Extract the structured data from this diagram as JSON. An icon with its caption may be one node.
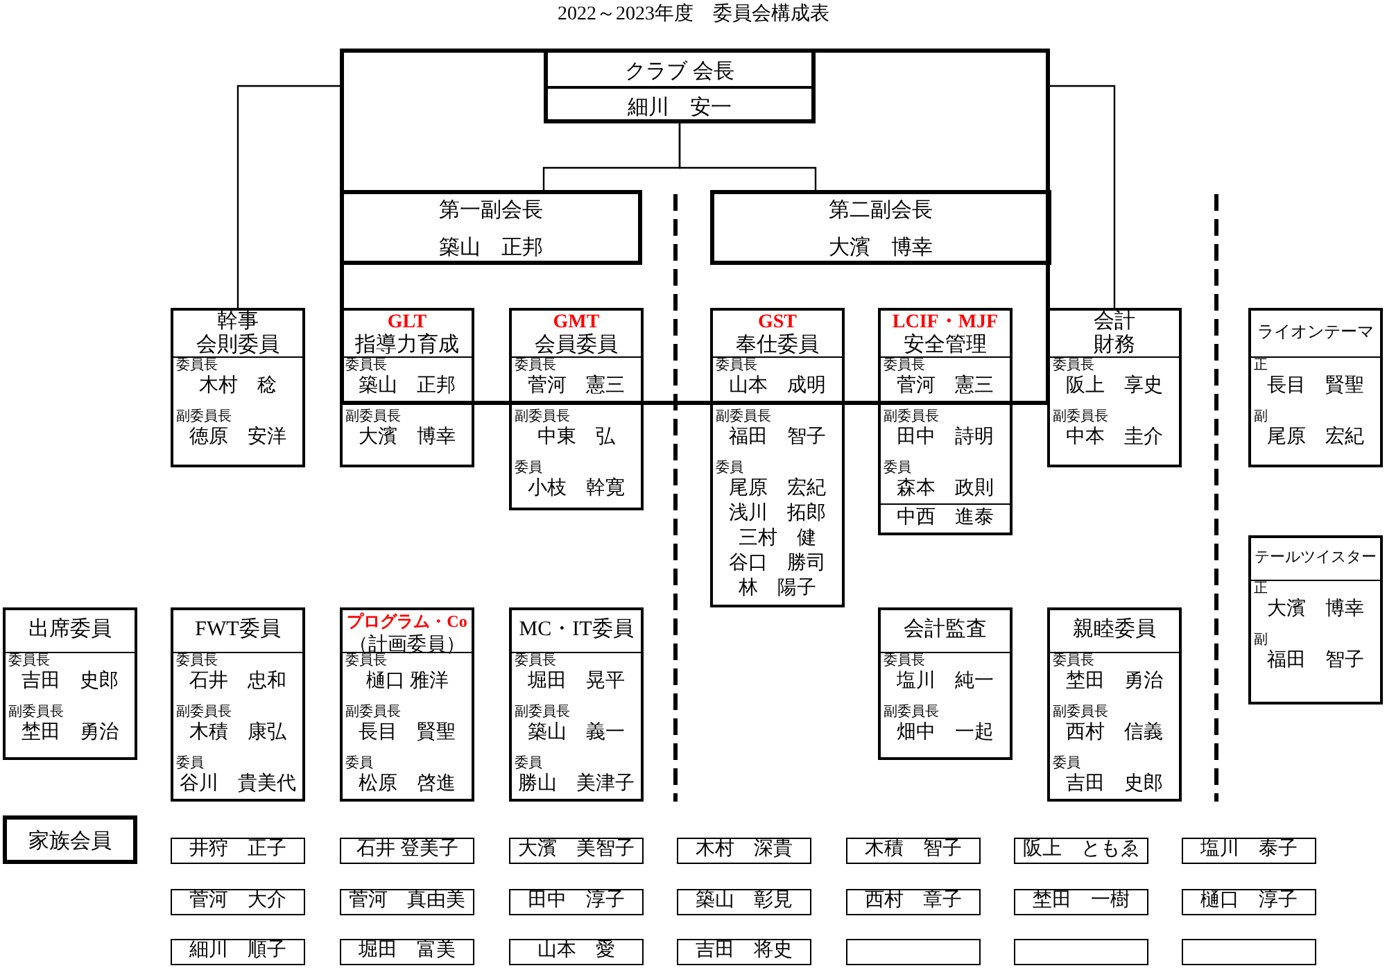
{
  "diagram": {
    "title": "2022～2023年度　委員会構成表",
    "nodes": [
      {
        "text": [],
        "shape": "box"
      },
      {
        "text": [
          "クラブ 会長",
          "細川　安一"
        ],
        "in": 0
      },
      {
        "text": [
          "第一副会長",
          "築山　正邦"
        ],
        "in": 0
      },
      {
        "text": [
          "第二副会長",
          "大濱　博幸"
        ],
        "in": 0
      },
      {
        "text": [
          "幹事",
          "会則委員",
          "委員長",
          "木村　稔",
          "副委員長",
          "徳原　安洋"
        ]
      },
      {
        "text": [
          "GLT",
          "指導力育成",
          "委員長",
          "築山　正邦",
          "副委員長",
          "大濱　博幸"
        ]
      },
      {
        "text": [
          "GMT",
          "会員委員",
          "委員長",
          "菅河　憲三",
          "副委員長",
          "中東　弘",
          "委員",
          "小枝　幹寛"
        ]
      },
      {
        "text": [
          "GST",
          "奉仕委員",
          "委員長",
          "山本　成明",
          "副委員長",
          "福田　智子",
          "委員",
          "尾原　宏紀",
          "浅川　拓郎",
          "三村　健",
          "谷口　勝司",
          "林　陽子"
        ]
      },
      {
        "text": [
          "LCIF・MJF",
          "安全管理",
          "委員長",
          "菅河　憲三",
          "副委員長",
          "田中　詩明",
          "委員",
          "森本　政則",
          "中西　進泰"
        ]
      },
      {
        "text": [
          "会計",
          "財務",
          "委員長",
          "阪上　享史",
          "副委員長",
          "中本　圭介"
        ]
      },
      {
        "text": [
          "ライオンテーマ",
          "正",
          "長目　賢聖",
          "副",
          "尾原　宏紀"
        ]
      },
      {
        "text": [
          "テールツイスター",
          "正",
          "大濱　博幸",
          "副",
          "福田　智子"
        ]
      },
      {
        "text": [
          "出席委員",
          "委員長",
          "吉田　史郎",
          "副委員長",
          "埜田　勇治"
        ]
      },
      {
        "text": [
          "FWT委員",
          "委員長",
          "石井　忠和",
          "副委員長",
          "木積　康弘",
          "委員",
          "谷川　貴美代"
        ]
      },
      {
        "text": [
          "プログラム・Co",
          "（計画委員）",
          "委員長",
          "樋口 雅洋",
          "副委員長",
          "長目　賢聖",
          "委員",
          "松原　啓進"
        ]
      },
      {
        "text": [
          "MC・IT委員",
          "委員長",
          "堀田　晃平",
          "副委員長",
          "築山　義一",
          "委員",
          "勝山　美津子"
        ]
      },
      {
        "text": [
          "会計監査",
          "委員長",
          "塩川　純一",
          "副委員長",
          "畑中　一起"
        ]
      },
      {
        "text": [
          "親睦委員",
          "委員長",
          "埜田　勇治",
          "副委員長",
          "西村　信義",
          "委員",
          "吉田　史郎"
        ]
      },
      {
        "text": [
          "家族会員"
        ]
      },
      {
        "text": [
          "井狩　正子"
        ]
      },
      {
        "text": [
          "石井 登美子"
        ]
      },
      {
        "text": [
          "大濱　美智子"
        ]
      },
      {
        "text": [
          "木村　深貴"
        ]
      },
      {
        "text": [
          "木積　智子"
        ]
      },
      {
        "text": [
          "阪上　ともゑ"
        ]
      },
      {
        "text": [
          "塩川　泰子"
        ]
      },
      {
        "text": [
          "菅河　大介"
        ]
      },
      {
        "text": [
          "菅河　真由美"
        ]
      },
      {
        "text": [
          "田中　淳子"
        ]
      },
      {
        "text": [
          "築山　彰見"
        ]
      },
      {
        "text": [
          "西村　章子"
        ]
      },
      {
        "text": [
          "埜田　一樹"
        ]
      },
      {
        "text": [
          "樋口　淳子"
        ]
      },
      {
        "text": [
          "細川　順子"
        ]
      },
      {
        "text": [
          "堀田　富美"
        ]
      },
      {
        "text": [
          "山本　愛"
        ]
      },
      {
        "text": [
          "吉田　将史"
        ]
      },
      {
        "text": [],
        "shape": "box"
      },
      {
        "text": [],
        "shape": "box"
      },
      {
        "text": [],
        "shape": "box"
      }
    ],
    "edges": [
      {
        "from": 1,
        "to": 2,
        "arrow": "none"
      },
      {
        "from": 1,
        "to": 3,
        "arrow": "none"
      },
      {
        "from": 0,
        "to": 4,
        "arrow": "none"
      },
      {
        "from": 0,
        "to": 9,
        "arrow": "none"
      }
    ]
  }
}
